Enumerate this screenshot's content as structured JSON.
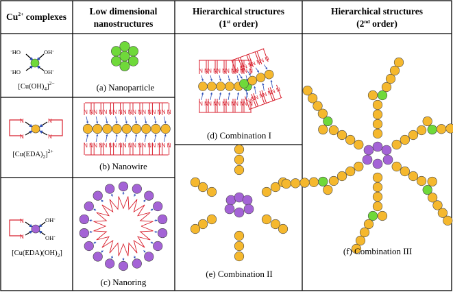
{
  "headers": {
    "col1": {
      "base": "Cu",
      "sup": "2+",
      "rest": " complexes"
    },
    "col2": {
      "line1": "Low dimensional",
      "line2": "nanostructures"
    },
    "col3": {
      "line1": "Hierarchical structures",
      "open": "(1",
      "sup": "st",
      "close": " order)"
    },
    "col4": {
      "line1": "Hierarchical structures",
      "open": "(2",
      "sup": "nd",
      "close": " order)"
    }
  },
  "complexes": [
    {
      "base": "[Cu(OH)",
      "sub": "4",
      "close": "]",
      "charge": "2−"
    },
    {
      "base": "[Cu(EDA)",
      "sub": "2",
      "close": "]",
      "charge": "2+"
    },
    {
      "base": "[Cu(EDA)(OH)",
      "sub": "2",
      "close": "]",
      "charge": ""
    }
  ],
  "ligand_labels": {
    "hydroxide": "HO",
    "hydroxide_right": "OH",
    "minus": "-",
    "nitrogen": "N"
  },
  "captions": {
    "a": "(a) Nanoparticle",
    "b": "(b) Nanowire",
    "c": "(c) Nanoring",
    "d": "(d) Combination I",
    "e": "(e) Combination II",
    "f": "(f) Combination III"
  },
  "colors": {
    "copper_green": "#6fd93a",
    "copper_yellow": "#f5b82e",
    "copper_purple": "#a463d6",
    "eda_red": "#d81e2c",
    "bond_blue": "#2d4fb8",
    "grid": "#000000"
  }
}
